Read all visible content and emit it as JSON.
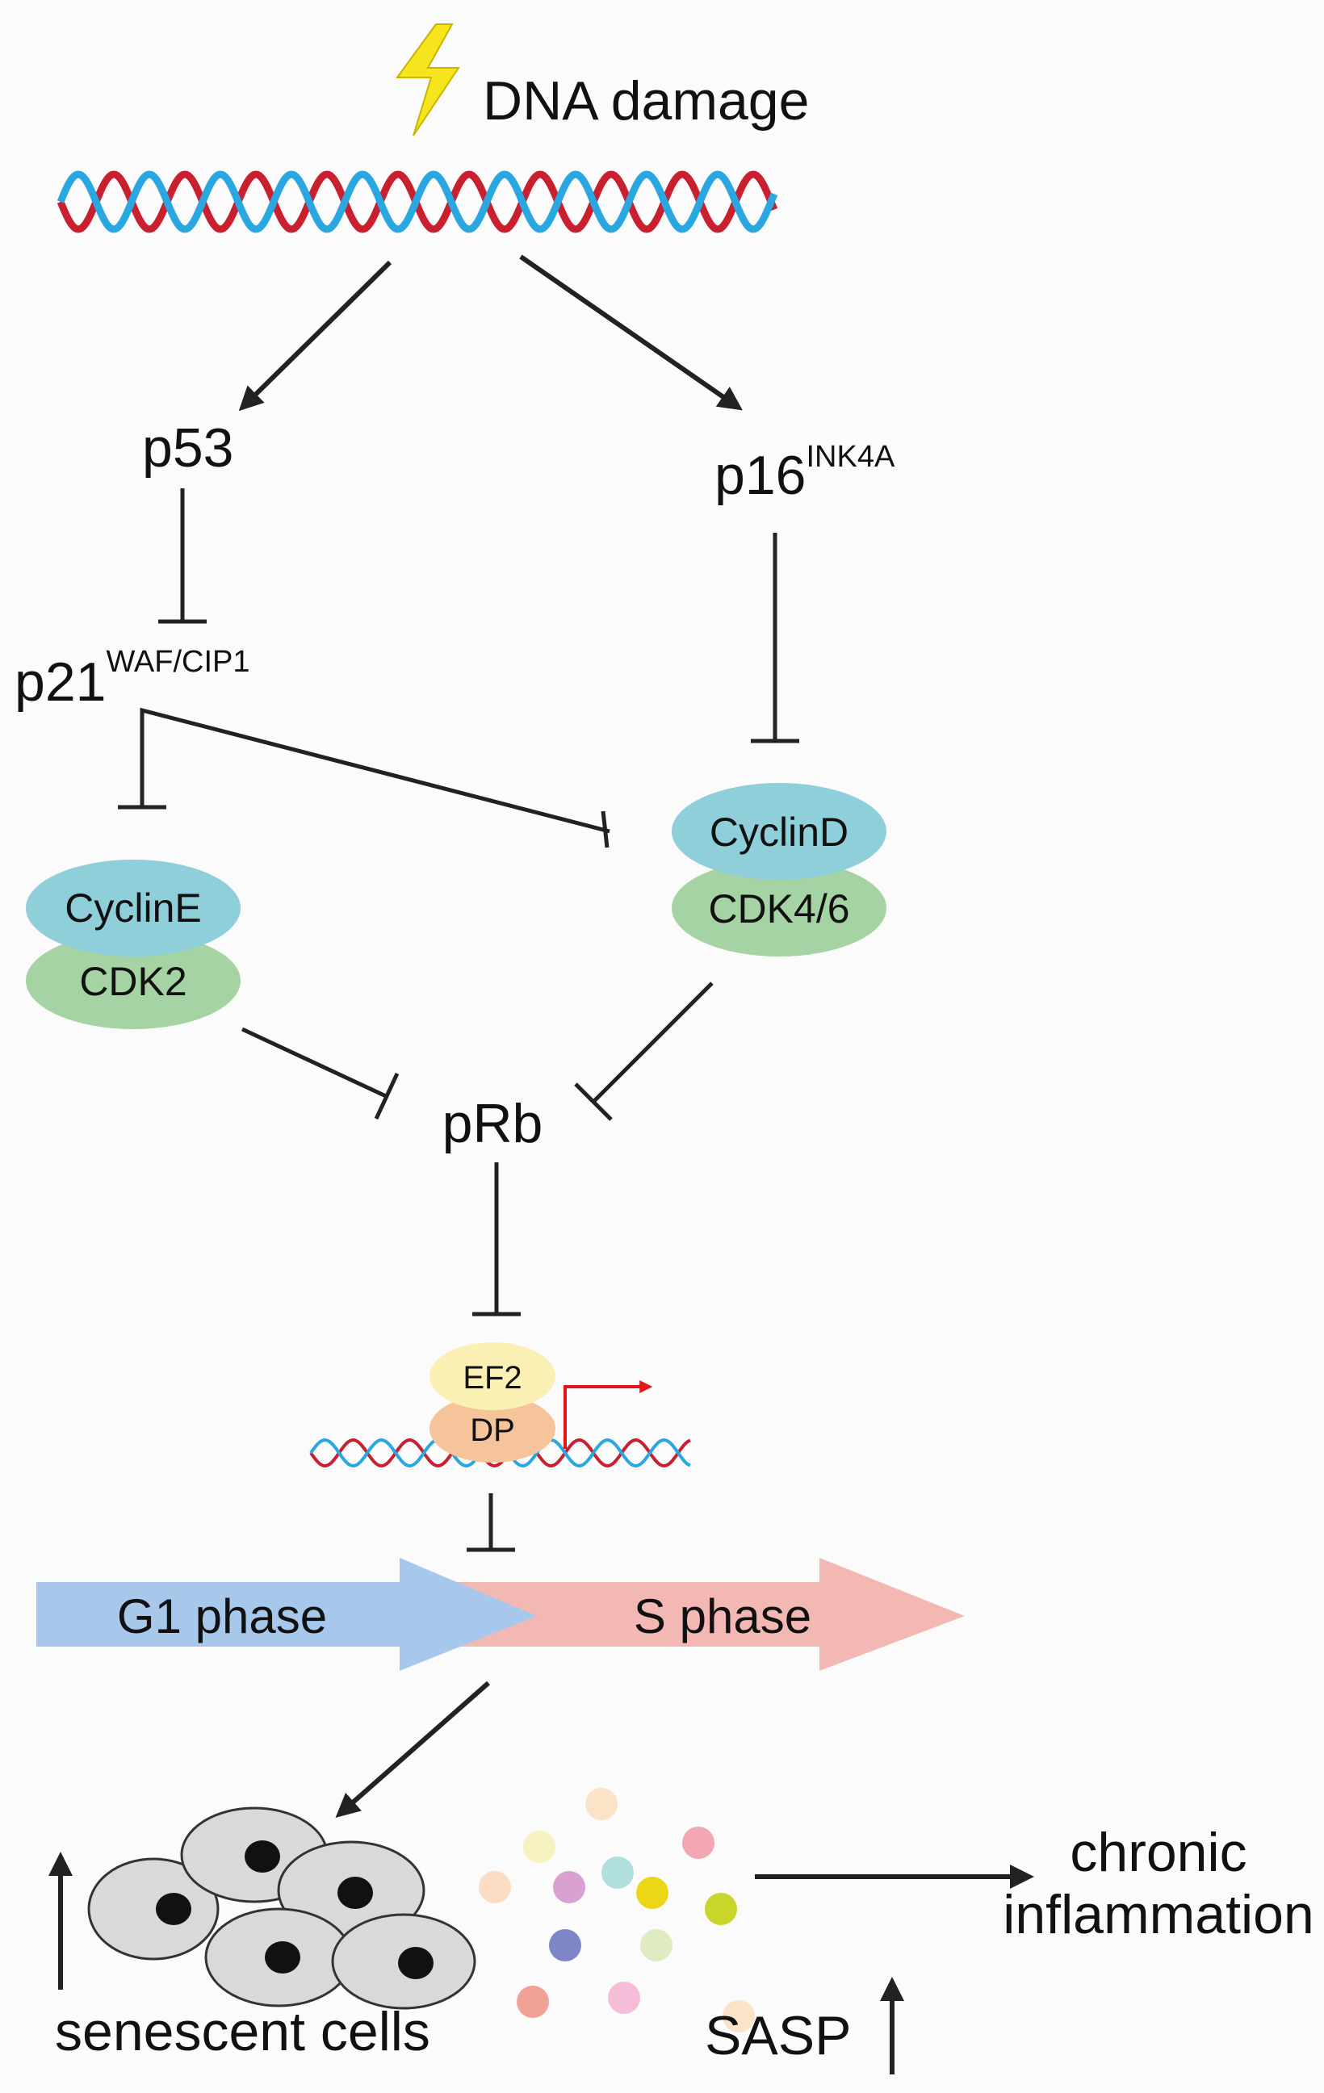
{
  "title": "DNA damage",
  "nodes": {
    "p53": "p53",
    "p16": {
      "base": "p16",
      "sup": "INK4A"
    },
    "p21": {
      "base": "p21",
      "sup": "WAF/CIP1"
    },
    "cyclin_e": "CyclinE",
    "cdk2": "CDK2",
    "cyclin_d": "CyclinD",
    "cdk46": "CDK4/6",
    "prb": "pRb",
    "ef2": "EF2",
    "dp": "DP"
  },
  "phases": {
    "g1": "G1 phase",
    "s": "S phase"
  },
  "outcomes": {
    "senescent": "senescent cells",
    "sasp": "SASP",
    "inflammation_line1": "chronic",
    "inflammation_line2": "inflammation"
  },
  "colors": {
    "dna_red": "#c8202e",
    "dna_blue": "#2aa7e0",
    "bolt": "#f6e51d",
    "cyclin": "#8fcfd9",
    "cdk": "#a6d3a3",
    "ef2": "#fbf0b3",
    "dp": "#f5c49b",
    "g1_arrow": "#a7c8ea",
    "s_arrow": "#f4b8b4",
    "cell_fill": "#d9d9d9",
    "tss_arrow": "#e0161b"
  }
}
